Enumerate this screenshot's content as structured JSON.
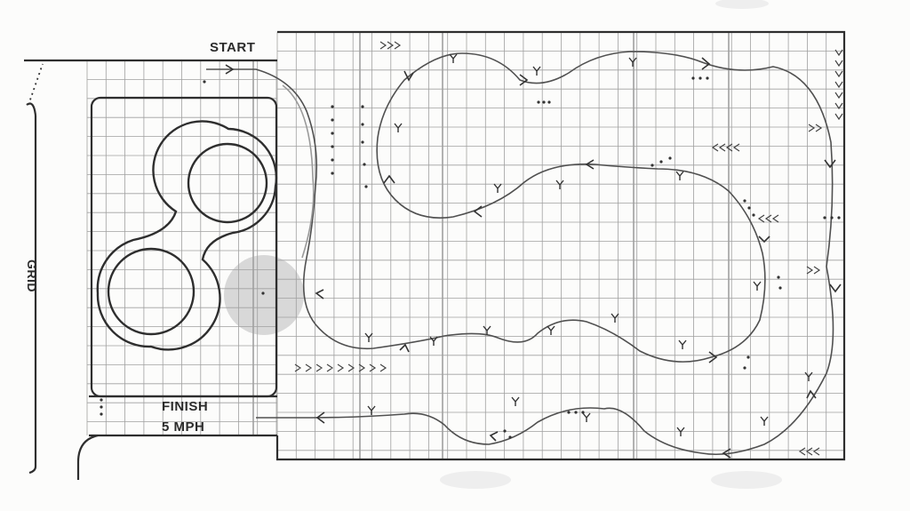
{
  "labels": {
    "start": "START",
    "finish": "FINISH",
    "speed": "5 MPH",
    "grid": "GRID"
  },
  "colors": {
    "paper": "#fcfcfb",
    "ink": "#2b2b2b",
    "grid_line": "#9a9a9a",
    "track": "#4a4a4a",
    "shadow_spot": "#d6d6d6"
  },
  "icons": {
    "cone_marker": "cone-y-glyph",
    "direction_arrow": "chevron-arrow-glyph"
  }
}
